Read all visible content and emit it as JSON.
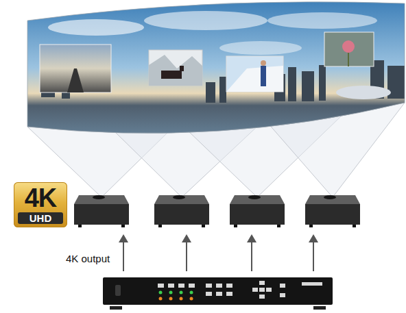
{
  "diagram": {
    "nodes": [
      {
        "text": [
          "4K",
          "UHD"
        ]
      }
    ],
    "labels": [
      "4K output"
    ]
  }
}
